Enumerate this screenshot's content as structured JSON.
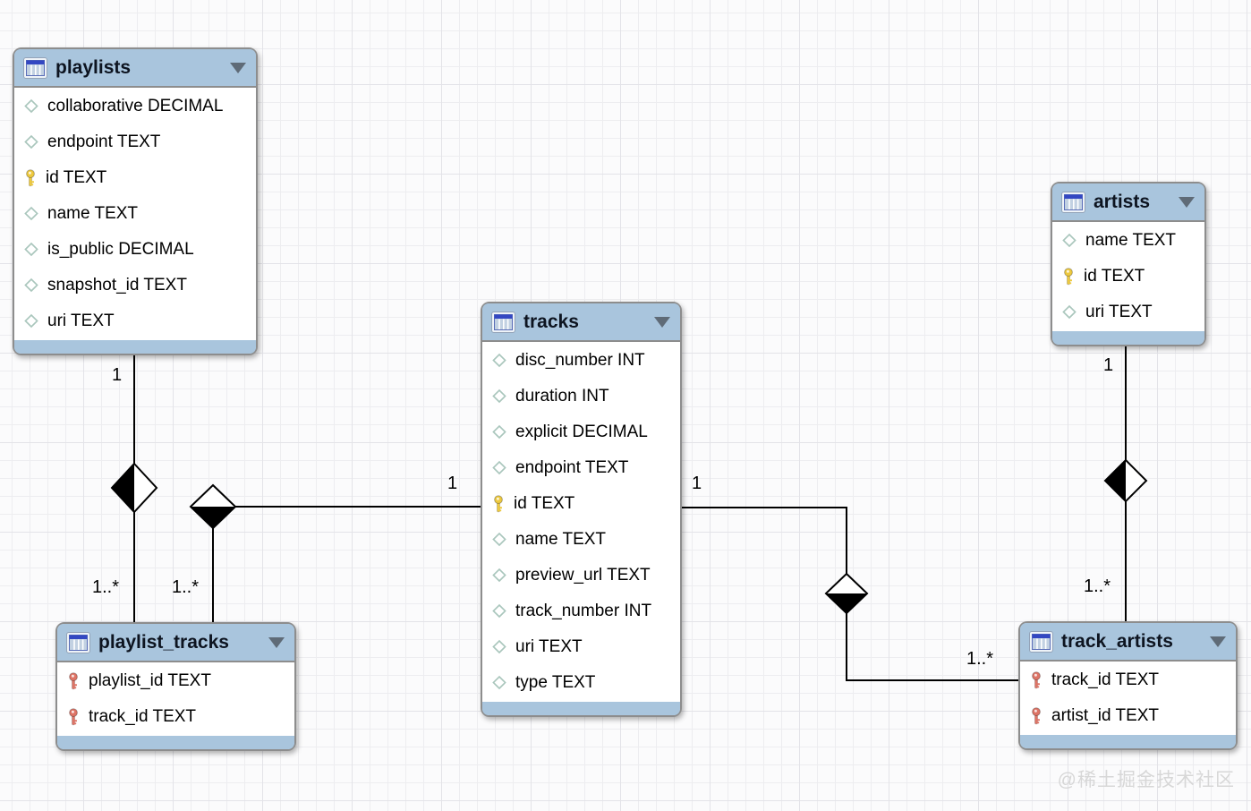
{
  "diagram": {
    "watermark": "@稀土掘金技术社区",
    "colors": {
      "table_header_fill": "#a9c5dd",
      "table_border": "#8d8d8d",
      "relationship_line": "#000000",
      "primary_key_icon": "#edc93f",
      "foreign_key_icon": "#de7466",
      "column_icon_stroke": "#a9c6bc"
    },
    "tables": [
      {
        "title": "playlists",
        "columns": [
          {
            "icon": "column-diamond-icon",
            "label": "collaborative DECIMAL"
          },
          {
            "icon": "column-diamond-icon",
            "label": "endpoint TEXT"
          },
          {
            "icon": "primary-key-icon",
            "label": "id TEXT"
          },
          {
            "icon": "column-diamond-icon",
            "label": "name TEXT"
          },
          {
            "icon": "column-diamond-icon",
            "label": "is_public DECIMAL"
          },
          {
            "icon": "column-diamond-icon",
            "label": "snapshot_id TEXT"
          },
          {
            "icon": "column-diamond-icon",
            "label": "uri TEXT"
          }
        ]
      },
      {
        "title": "tracks",
        "columns": [
          {
            "icon": "column-diamond-icon",
            "label": "disc_number INT"
          },
          {
            "icon": "column-diamond-icon",
            "label": "duration INT"
          },
          {
            "icon": "column-diamond-icon",
            "label": "explicit DECIMAL"
          },
          {
            "icon": "column-diamond-icon",
            "label": "endpoint TEXT"
          },
          {
            "icon": "primary-key-icon",
            "label": "id TEXT"
          },
          {
            "icon": "column-diamond-icon",
            "label": "name TEXT"
          },
          {
            "icon": "column-diamond-icon",
            "label": "preview_url TEXT"
          },
          {
            "icon": "column-diamond-icon",
            "label": "track_number INT"
          },
          {
            "icon": "column-diamond-icon",
            "label": "uri TEXT"
          },
          {
            "icon": "column-diamond-icon",
            "label": "type TEXT"
          }
        ]
      },
      {
        "title": "artists",
        "columns": [
          {
            "icon": "column-diamond-icon",
            "label": "name TEXT"
          },
          {
            "icon": "primary-key-icon",
            "label": "id TEXT"
          },
          {
            "icon": "column-diamond-icon",
            "label": "uri TEXT"
          }
        ]
      },
      {
        "title": "playlist_tracks",
        "columns": [
          {
            "icon": "foreign-key-icon",
            "label": "playlist_id TEXT"
          },
          {
            "icon": "foreign-key-icon",
            "label": "track_id TEXT"
          }
        ]
      },
      {
        "title": "track_artists",
        "columns": [
          {
            "icon": "foreign-key-icon",
            "label": "track_id TEXT"
          },
          {
            "icon": "foreign-key-icon",
            "label": "artist_id TEXT"
          }
        ]
      }
    ],
    "relationships": [
      {
        "from": "playlists",
        "to": "playlist_tracks",
        "from_label": "1",
        "to_label": "1..*"
      },
      {
        "from": "tracks",
        "to": "playlist_tracks",
        "from_label": "1",
        "to_label": "1..*"
      },
      {
        "from": "tracks",
        "to": "track_artists",
        "from_label": "1",
        "to_label": "1..*"
      },
      {
        "from": "artists",
        "to": "track_artists",
        "from_label": "1",
        "to_label": "1..*"
      }
    ]
  }
}
